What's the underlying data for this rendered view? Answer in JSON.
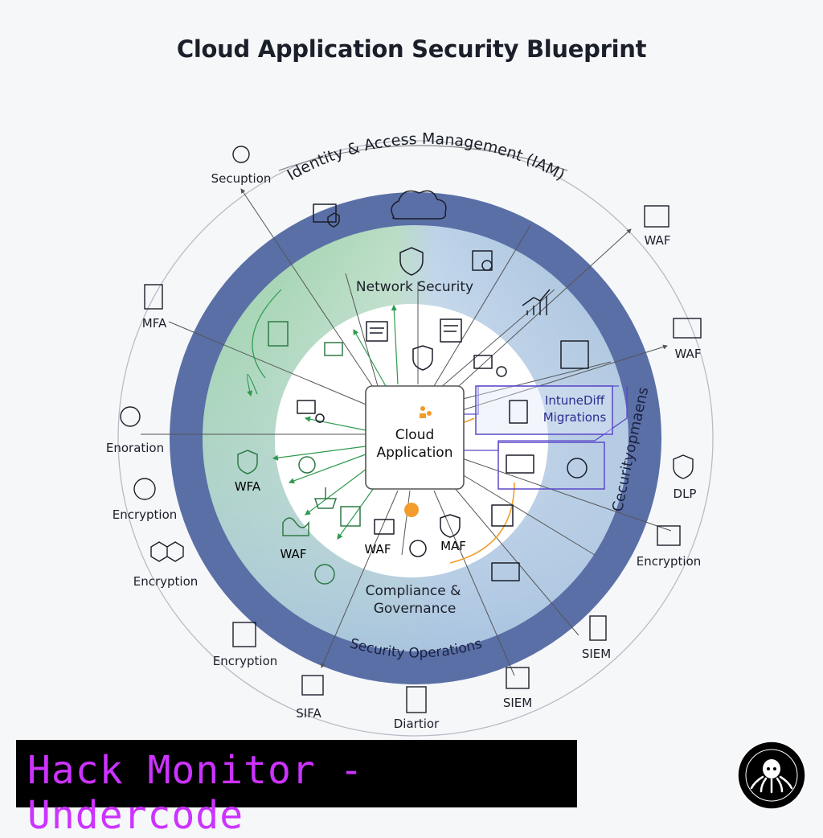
{
  "title": "Cloud Application Security Blueprint",
  "center": {
    "line1": "Cloud",
    "line2": "Application"
  },
  "rings": {
    "iam": "Identity & Access Management (IAM)",
    "network": "Network Security",
    "compliance_line1": "Compliance &",
    "compliance_line2": "Governance",
    "operations": "Security Operations",
    "right_band": "Cecurityopmaens"
  },
  "callout": {
    "line1": "IntuneDiff",
    "line2": "Migrations"
  },
  "inner_labels": {
    "wfa": "WFA",
    "waf_left": "WAF",
    "waf_inner": "WAF",
    "maf": "MAF"
  },
  "outer_labels": {
    "secuption": "Secuption",
    "mfa": "MFA",
    "enoration": "Enoration",
    "encryption_1": "Encryption",
    "encryption_2": "Encryption",
    "encryption_3": "Encryption",
    "sifa": "SIFA",
    "diartior": "Diartior",
    "siem_bottom": "SIEM",
    "siem_right": "SIEM",
    "encryption_right": "Encryption",
    "dlp": "DLP",
    "waf_right": "WAF",
    "waf_top_right": "WAF"
  },
  "banner": "Hack Monitor - Undercode",
  "colors": {
    "outer_ring": "#5a6fa6",
    "green_zone": "#9fd1ac",
    "blue_zone": "#a9c4de",
    "inner_white": "#ffffff",
    "banner_bg": "#000000",
    "banner_text": "#cc33ff",
    "callout_border": "#5b49c9",
    "accent_orange": "#f39c2b"
  }
}
